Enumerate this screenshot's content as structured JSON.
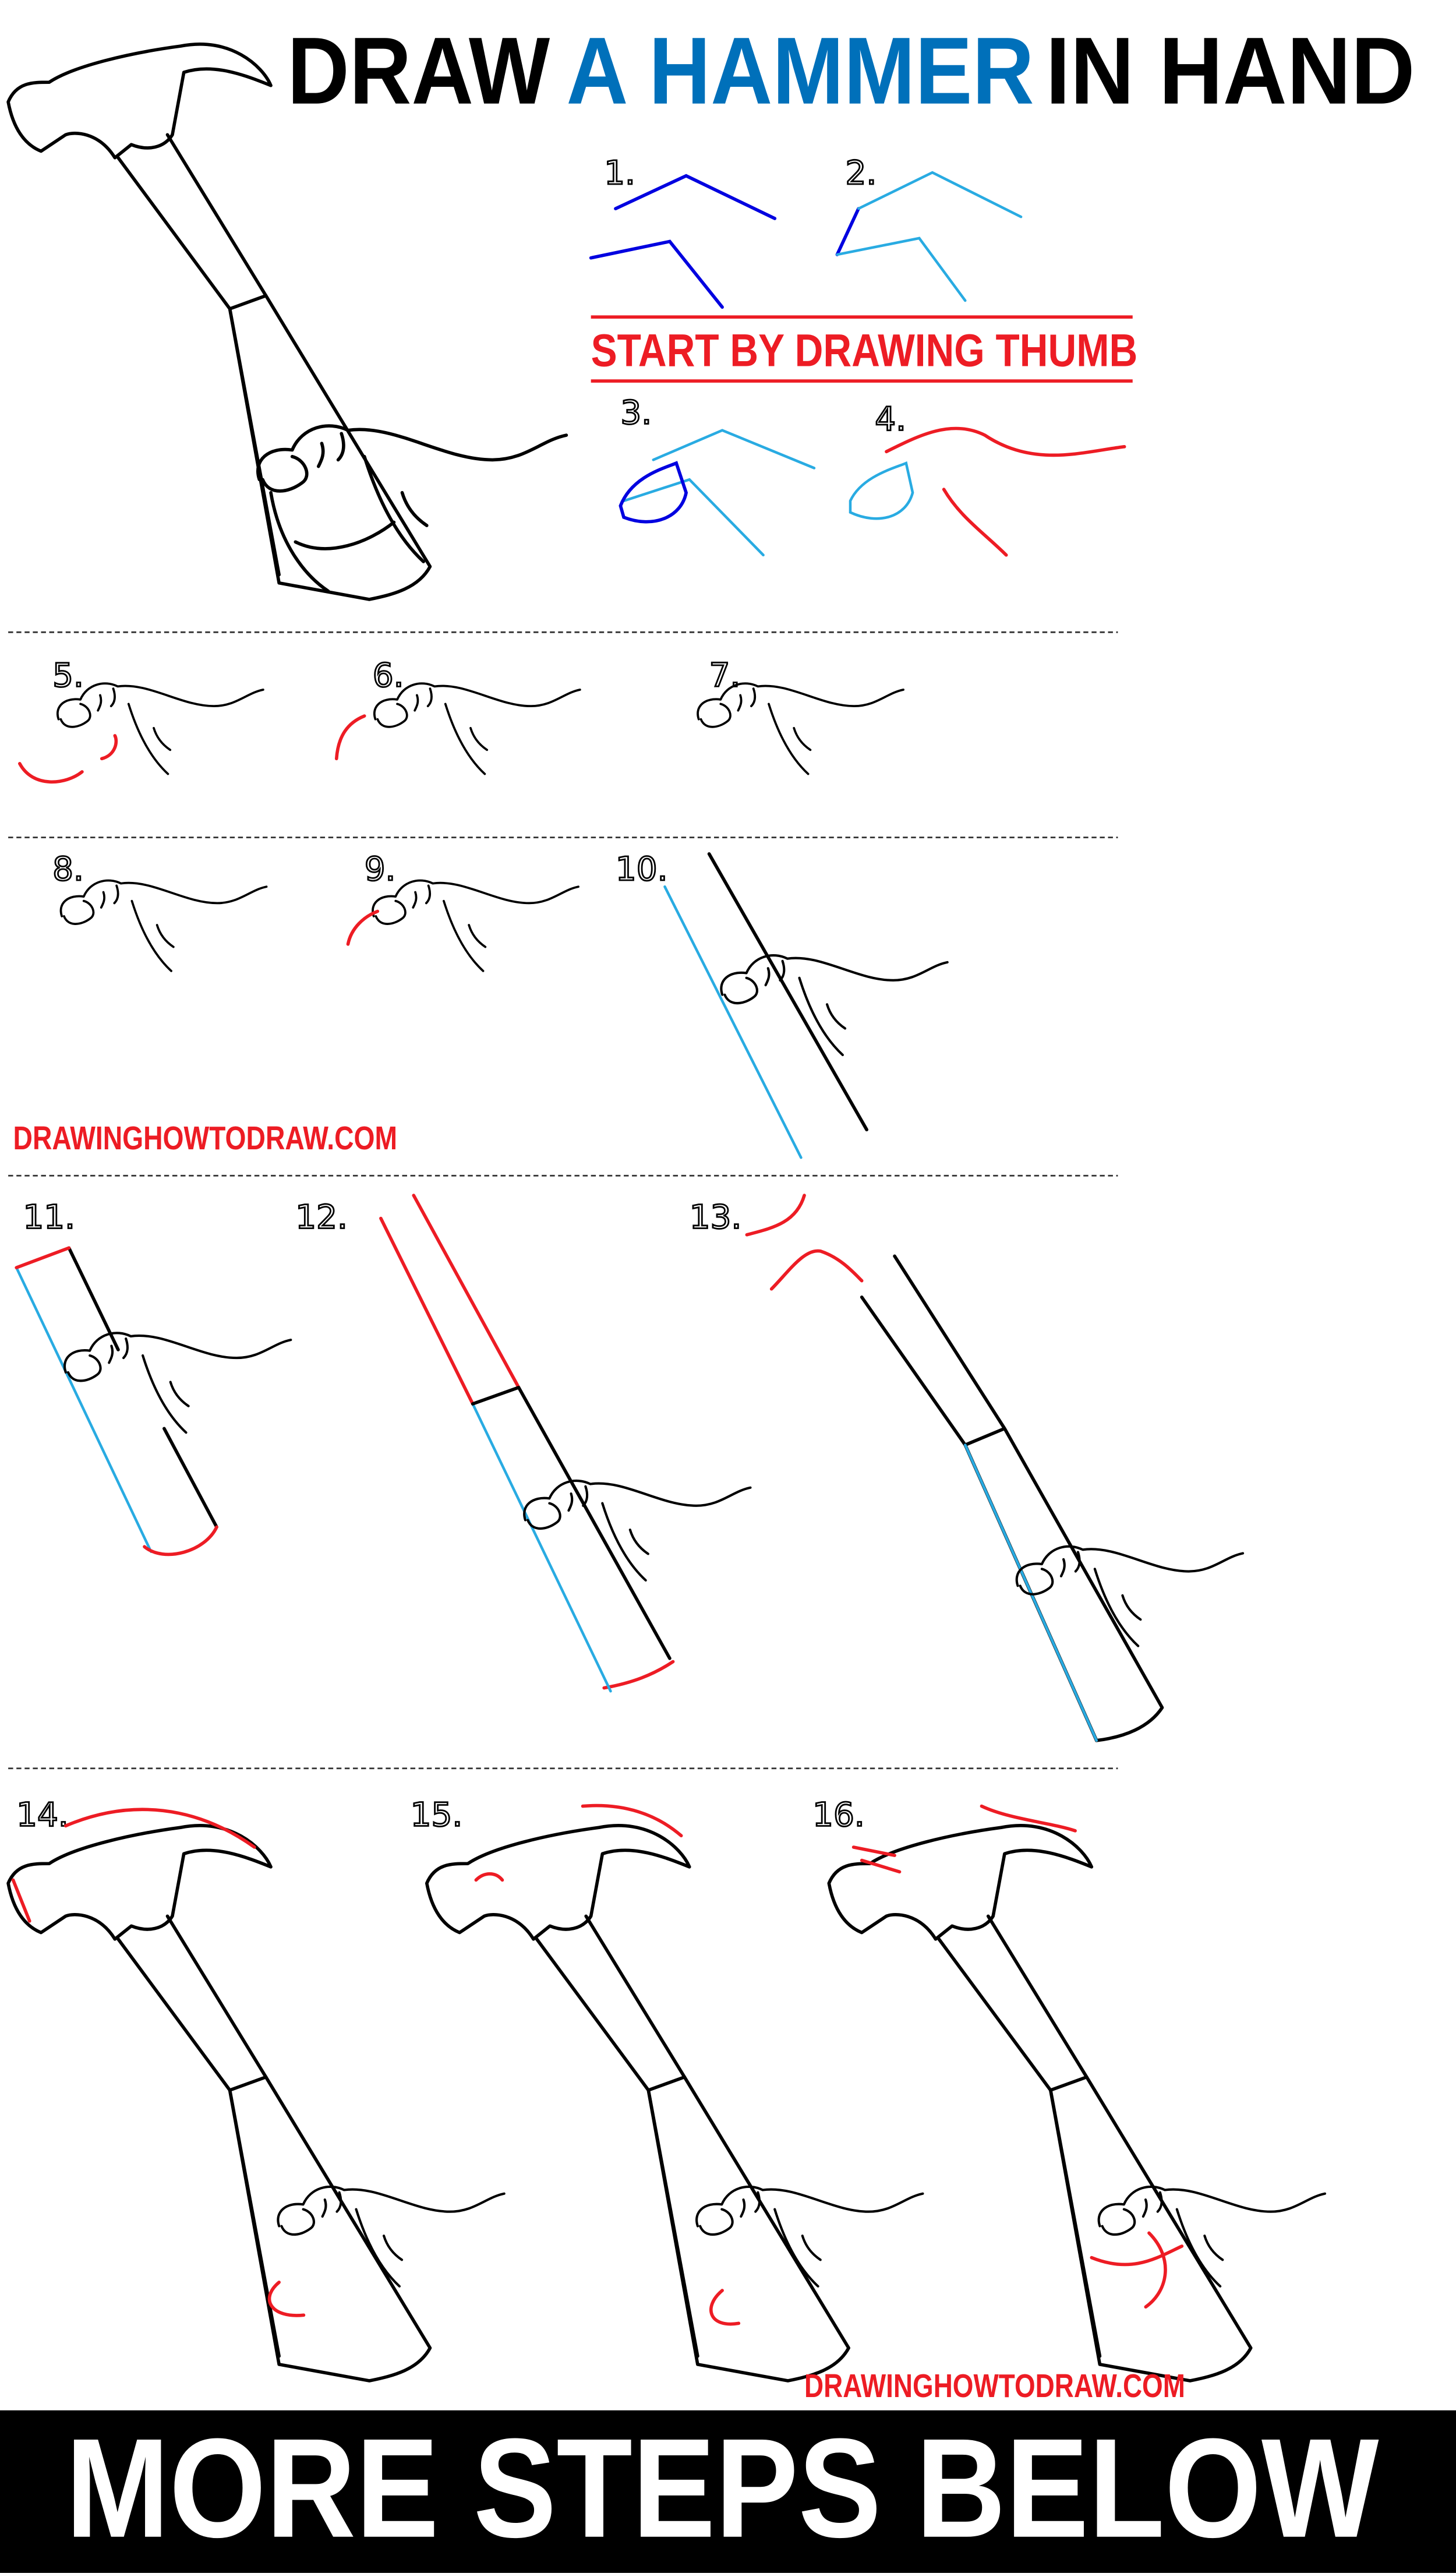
{
  "title": {
    "part1": "DRAW",
    "part2": "A HAMMER",
    "part3": "IN HAND"
  },
  "subtitle": "START BY DRAWING THUMB",
  "steps": [
    "1.",
    "2.",
    "3.",
    "4.",
    "5.",
    "6.",
    "7.",
    "8.",
    "9.",
    "10.",
    "11.",
    "12.",
    "13.",
    "14.",
    "15.",
    "16."
  ],
  "watermark": "DRAWINGHOWTODRAW.COM",
  "footer": "MORE STEPS BELOW",
  "colors": {
    "black": "#000000",
    "title_blue": "#0070ba",
    "red": "#ed1c24",
    "guide_blue": "#0000e0",
    "guide_sky": "#29abe2"
  }
}
